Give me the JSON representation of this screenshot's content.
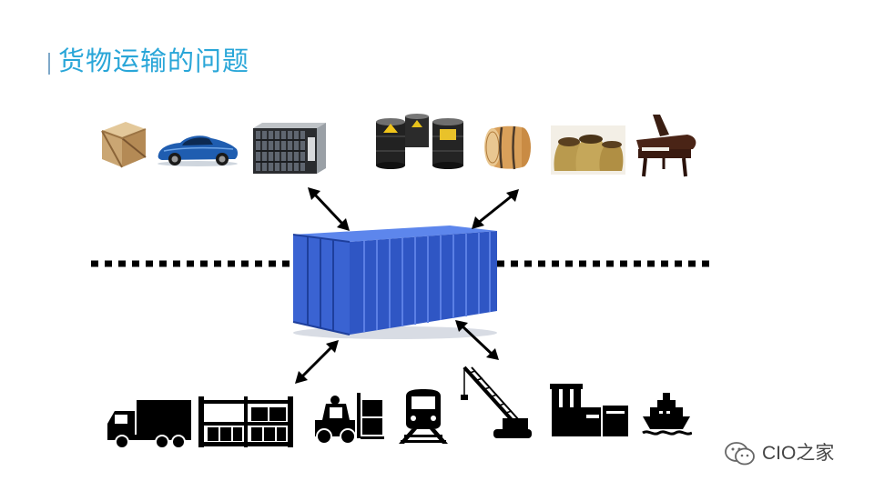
{
  "slide": {
    "title": "货物运输的问题"
  },
  "cargo_icons": [
    "wooden-crate",
    "sports-car",
    "server-rack",
    "oil-barrels",
    "wooden-barrel",
    "grain-sacks",
    "grand-piano"
  ],
  "transport_icons": [
    "truck",
    "warehouse-rack",
    "forklift",
    "train",
    "crane",
    "factory",
    "ship"
  ],
  "center_icon": "shipping-container",
  "colors": {
    "title": "#29a6d8",
    "container": "#3c64d6",
    "silhouette": "#000000"
  },
  "watermark": {
    "text": "CIO之家",
    "icon": "wechat-icon"
  }
}
